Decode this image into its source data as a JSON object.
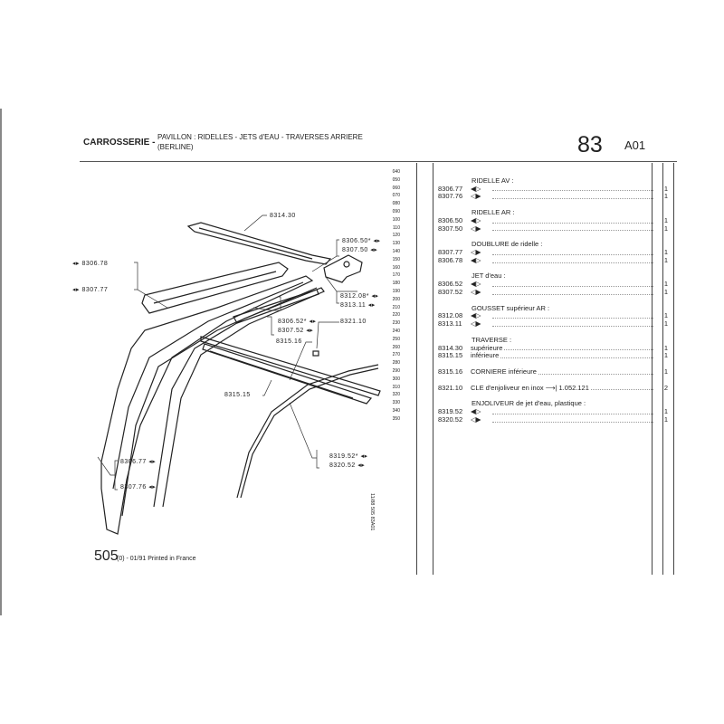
{
  "header": {
    "section": "CARROSSERIE -",
    "title_line1": "PAVILLON : RIDELLES - JETS d'EAU - TRAVERSES ARRIERE",
    "title_line2": "(BERLINE)",
    "group_number": "83",
    "page_code": "A01"
  },
  "line_numbers": [
    "040",
    "050",
    "060",
    "070",
    "080",
    "090",
    "100",
    "110",
    "120",
    "130",
    "140",
    "150",
    "160",
    "170",
    "180",
    "190",
    "200",
    "210",
    "220",
    "230",
    "240",
    "250",
    "260",
    "270",
    "280",
    "290",
    "300",
    "310",
    "320",
    "330",
    "340",
    "350"
  ],
  "rows": [
    {
      "line": "050",
      "heading": "RIDELLE AV :"
    },
    {
      "line": "060",
      "code": "8306.77",
      "desc": "◀▷",
      "qty": "1"
    },
    {
      "line": "070",
      "code": "8307.76",
      "desc": "◁▶",
      "qty": "1"
    },
    {
      "line": "090",
      "heading": "RIDELLE AR :"
    },
    {
      "line": "100",
      "code": "8306.50",
      "desc": "◀▷",
      "qty": "1"
    },
    {
      "line": "110",
      "code": "8307.50",
      "desc": "◁▶",
      "qty": "1"
    },
    {
      "line": "130",
      "heading": "DOUBLURE de ridelle :"
    },
    {
      "line": "140",
      "code": "8307.77",
      "desc": "◁▶",
      "qty": "1"
    },
    {
      "line": "150",
      "code": "8306.78",
      "desc": "◀▷",
      "qty": "1"
    },
    {
      "line": "170",
      "heading": "JET d'eau :"
    },
    {
      "line": "180",
      "code": "8306.52",
      "desc": "◀▷",
      "qty": "1"
    },
    {
      "line": "190",
      "code": "8307.52",
      "desc": "◁▶",
      "qty": "1"
    },
    {
      "line": "210",
      "heading": "GOUSSET supérieur AR :"
    },
    {
      "line": "220",
      "code": "8312.08",
      "desc": "◀▷",
      "qty": "1"
    },
    {
      "line": "230",
      "code": "8313.11",
      "desc": "◁▶",
      "qty": "1"
    },
    {
      "line": "250",
      "heading": "TRAVERSE :"
    },
    {
      "line": "260",
      "code": "8314.30",
      "desc": "supérieure",
      "qty": "1"
    },
    {
      "line": "270",
      "code": "8315.15",
      "desc": "inférieure",
      "qty": "1"
    },
    {
      "line": "290",
      "code": "8315.16",
      "desc": "CORNIERE inférieure",
      "qty": "1"
    },
    {
      "line": "310",
      "code": "8321.10",
      "desc": "CLE d'enjoliveur en inox ⟶| 1.052.121",
      "qty": "2"
    },
    {
      "line": "330",
      "heading": "ENJOLIVEUR de jet d'eau, plastique :"
    },
    {
      "line": "340",
      "code": "8319.52",
      "desc": "◀▷",
      "qty": "1"
    },
    {
      "line": "350",
      "code": "8320.52",
      "desc": "◁▶",
      "qty": "1"
    }
  ],
  "diagram_labels": {
    "l831430": "8314.30",
    "l830678": "◂▸ 8306.78",
    "l830777": "◂▸ 8307.77",
    "l830650": "8306.50* ◂▸",
    "l830750": "8307.50 ◂▸",
    "l831208": "8312.08* ◂▸",
    "l831311": "8313.11 ◂▸",
    "l830652": "8306.52* ◂▸",
    "l830752": "8307.52 ◂▸",
    "l832110": "8321.10",
    "l831516": "8315.16",
    "l831515": "8315.15",
    "l831952": "8319.52* ◂▸",
    "l832052": "8320.52 ◂▸",
    "l830677": "8306.77 ◂▸",
    "l830776": "8307.76 ◂▸"
  },
  "footer": {
    "model": "505",
    "text": "(0) - 01/91 Printed in France",
    "drawing_ref": "11/88 505 83A01"
  }
}
